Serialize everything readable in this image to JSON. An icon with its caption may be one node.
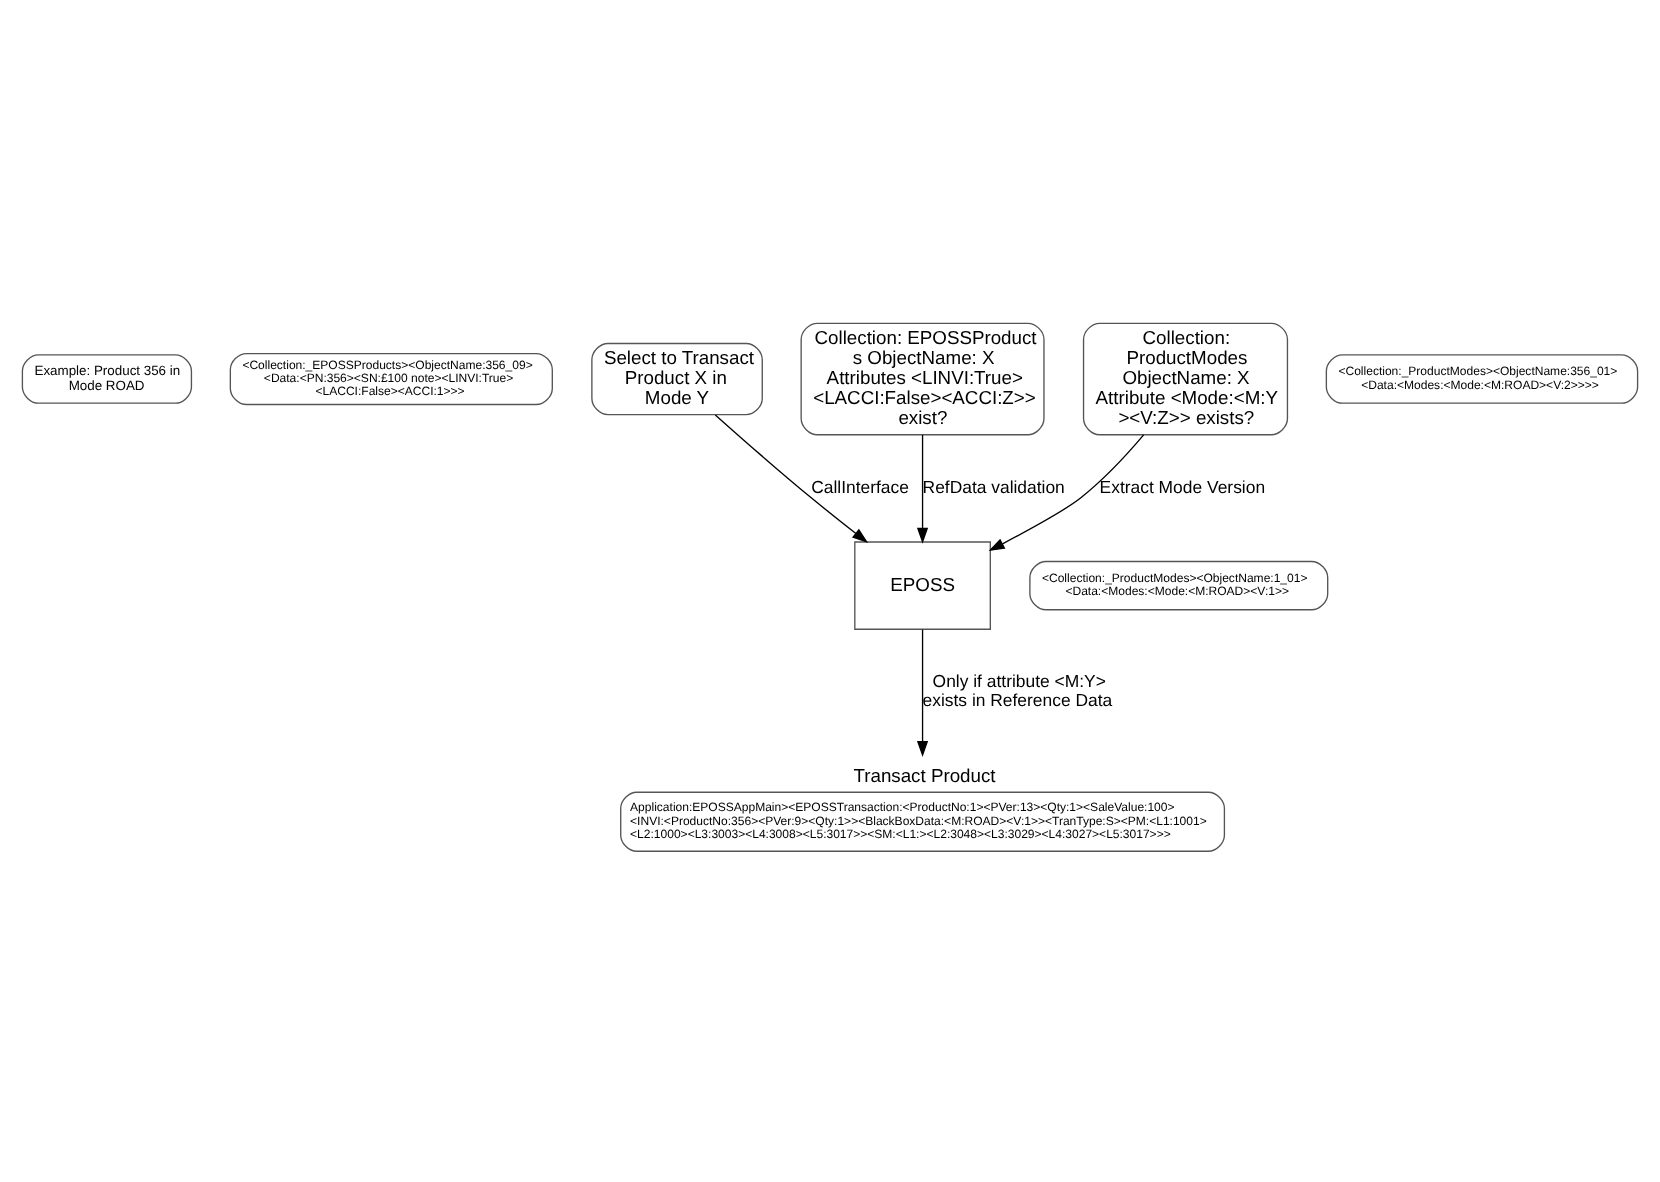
{
  "diagram": {
    "nodes": [
      {
        "text": [
          "Example: Product 356 in Mode ROAD"
        ]
      },
      {
        "text": [
          "<Collection:_EPOSSProducts><ObjectName:356_09><Data:<PN:356><SN:£100 note><LINVI:True><LACCI:False><ACCI:1>>>"
        ]
      },
      {
        "text": [
          "Select to Transact Product X in Mode Y"
        ]
      },
      {
        "text": [
          "Collection: EPOSSProducts ObjectName: X Attributes <LINVI:True><LACCI:False><ACCI:Z>> exist?"
        ]
      },
      {
        "text": [
          "<Collection:_ProductModes><ObjectName:1_01><Data:<Modes:<Mode:<M:ROAD><V:1>>"
        ]
      },
      {
        "text": [
          "<Collection:_ProductModes><ObjectName:356_01><Data:<Modes:<Mode:<M:ROAD><V:2>>>>"
        ]
      },
      {
        "text": [
          "EPOSS"
        ]
      },
      {
        "text": [
          "Collection: ProductModes ObjectName: X Attribute <Mode:<M:Y><V:Z>> exists?"
        ]
      },
      {
        "text": [
          "Transact Product",
          "Application:EPOSSAppMain><EPOSSTransaction:<ProductNo:1><PVer:13><Qty:1><SaleValue:100> <INVI:<ProductNo:356><PVer:9><Qty:1>><BlackBoxData:<M:ROAD><V:1>><TranType:S><PM:<L1:1001><L2:1000><L3:3003><L4:3008><L5:3017>><SM:<L1:><L2:3048><L3:3029><L4:3027><L5:3017>>>"
        ]
      }
    ],
    "edges": [
      {
        "from": 2,
        "to": 6,
        "arrow": "to",
        "label": "CallInterface"
      },
      {
        "from": 3,
        "to": 6,
        "arrow": "to",
        "label": "RefData validation"
      },
      {
        "from": 7,
        "to": 6,
        "arrow": "to",
        "label": "Extract Mode Version"
      },
      {
        "from": 6,
        "to": 8,
        "arrow": "to",
        "label": "Only if attribute <M:Y> exists in Reference Data"
      }
    ]
  }
}
